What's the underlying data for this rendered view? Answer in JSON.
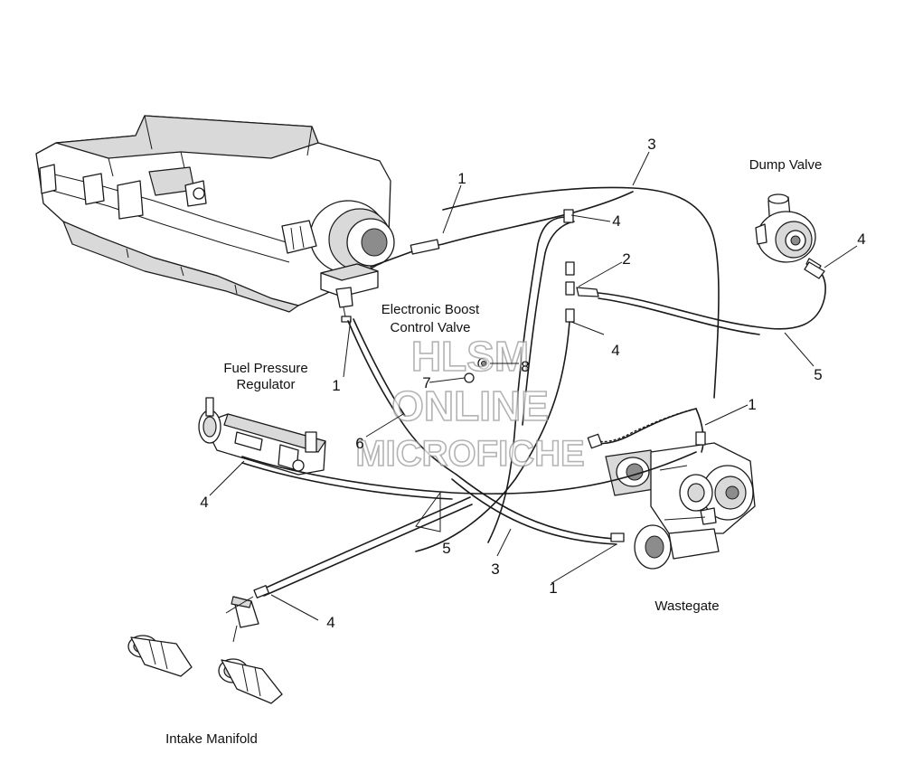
{
  "labels": {
    "dump_valve": "Dump Valve",
    "boost_valve_line1": "Electronic Boost",
    "boost_valve_line2": "Control Valve",
    "fuel_reg_line1": "Fuel Pressure",
    "fuel_reg_line2": "Regulator",
    "wastegate": "Wastegate",
    "intake_manifold": "Intake Manifold"
  },
  "callouts": {
    "c1a": "1",
    "c1b": "1",
    "c1c": "1",
    "c1d": "1",
    "c2": "2",
    "c3a": "3",
    "c3b": "3",
    "c4a": "4",
    "c4b": "4",
    "c4c": "4",
    "c4d": "4",
    "c4e": "4",
    "c5a": "5",
    "c5b": "5",
    "c6": "6",
    "c7": "7",
    "c8": "8"
  },
  "watermark": {
    "line1": "HLSM",
    "line2": "ONLINE",
    "line3": "MICROFICHE"
  }
}
